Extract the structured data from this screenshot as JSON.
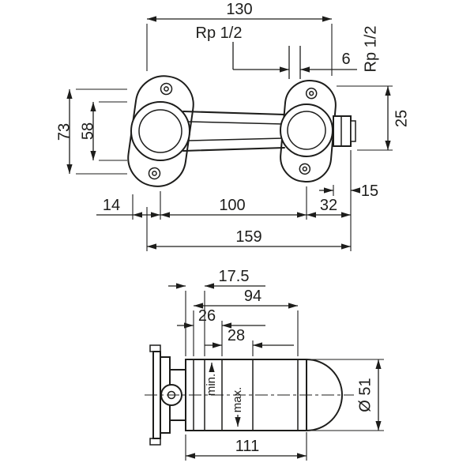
{
  "meta": {
    "description_of_pixels": "technical dimensional drawing, two views of a concealed wall-mounted mixer basic set",
    "colors": {
      "ink": "#1d1d1b",
      "background": "#ffffff"
    }
  },
  "views": {
    "top": {
      "dim_130": "130",
      "thread_top": "Rp 1/2",
      "dim_6": "6",
      "thread_side": "Rp 1/2",
      "dim_25": "25",
      "dim_73": "73",
      "dim_58": "58",
      "dim_15": "15",
      "dim_14": "14",
      "dim_100": "100",
      "dim_32": "32",
      "dim_159": "159"
    },
    "side": {
      "dim_17_5": "17.5",
      "dim_94": "94",
      "dim_26": "26",
      "dim_28": "28",
      "label_min": "min.",
      "label_max": "max.",
      "dim_dia": "Ø 51",
      "dim_111": "111"
    }
  }
}
